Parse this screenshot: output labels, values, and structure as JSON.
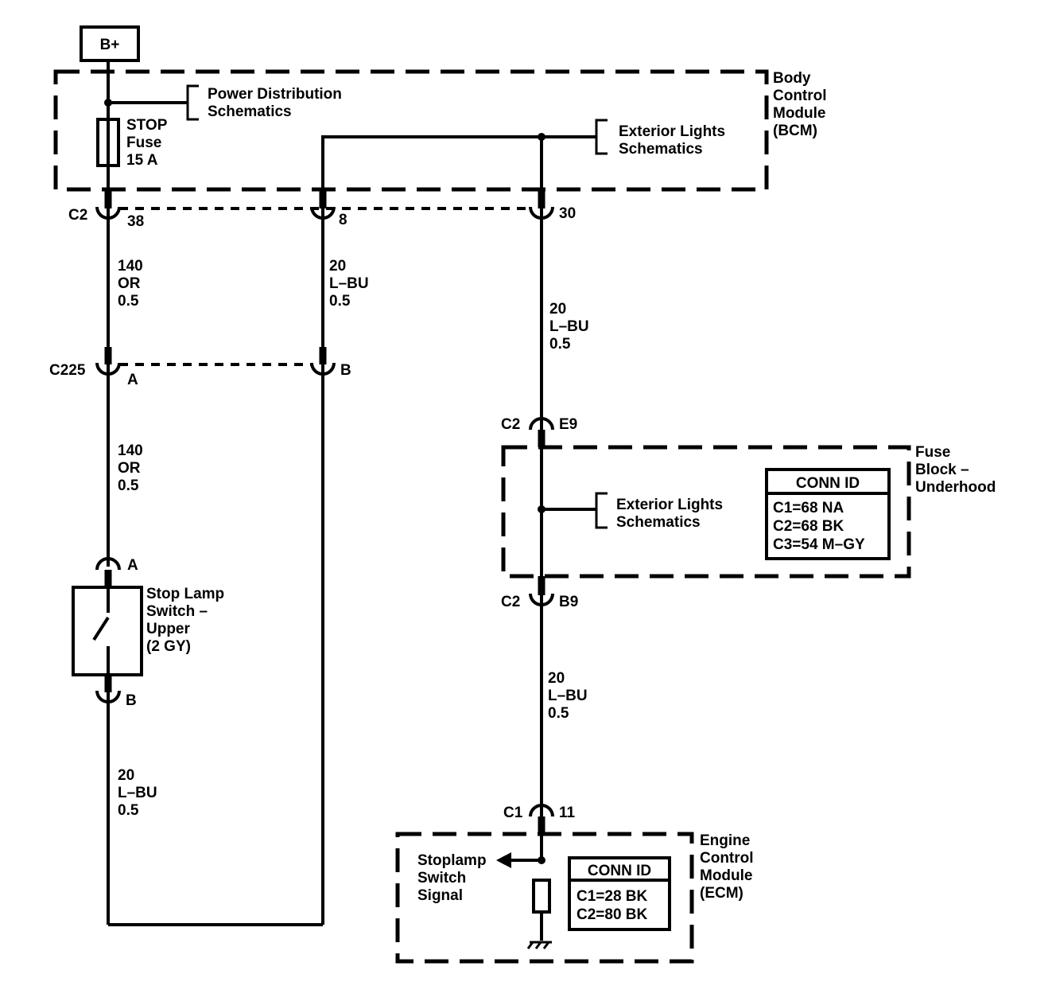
{
  "power": {
    "label": "B+"
  },
  "bcm": {
    "label": [
      "Body",
      "Control",
      "Module",
      "(BCM)"
    ],
    "power_ref": [
      "Power Distribution",
      "Schematics"
    ],
    "fuse": [
      "STOP",
      "Fuse",
      "15 A"
    ],
    "ext_ref": [
      "Exterior Lights",
      "Schematics"
    ],
    "connector": "C2",
    "pins": [
      "38",
      "8",
      "30"
    ]
  },
  "wires": {
    "w140_upper": [
      "140",
      "OR",
      "0.5"
    ],
    "w20_mid": [
      "20",
      "L–BU",
      "0.5"
    ],
    "w20_right": [
      "20",
      "L–BU",
      "0.5"
    ],
    "w140_lower": [
      "140",
      "OR",
      "0.5"
    ],
    "w20_fuse_ecm": [
      "20",
      "L–BU",
      "0.5"
    ],
    "w20_bottom": [
      "20",
      "L–BU",
      "0.5"
    ]
  },
  "c225": {
    "connector": "C225",
    "pin_a": "A",
    "pin_b": "B"
  },
  "switch": {
    "pin_top": "A",
    "pin_bottom": "B",
    "label": [
      "Stop Lamp",
      "Switch –",
      "Upper",
      "(2 GY)"
    ]
  },
  "fuse_block": {
    "top_connector": "C2",
    "top_pin": "E9",
    "bottom_connector": "C2",
    "bottom_pin": "B9",
    "label": [
      "Fuse",
      "Block –",
      "Underhood"
    ],
    "ext_ref": [
      "Exterior Lights",
      "Schematics"
    ],
    "conn_id_title": "CONN ID",
    "conn_id": [
      "C1=68 NA",
      "C2=68 BK",
      "C3=54 M–GY"
    ]
  },
  "ecm": {
    "connector": "C1",
    "pin": "11",
    "label": [
      "Engine",
      "Control",
      "Module",
      "(ECM)"
    ],
    "signal": [
      "Stoplamp",
      "Switch",
      "Signal"
    ],
    "conn_id_title": "CONN ID",
    "conn_id": [
      "C1=28 BK",
      "C2=80 BK"
    ]
  }
}
